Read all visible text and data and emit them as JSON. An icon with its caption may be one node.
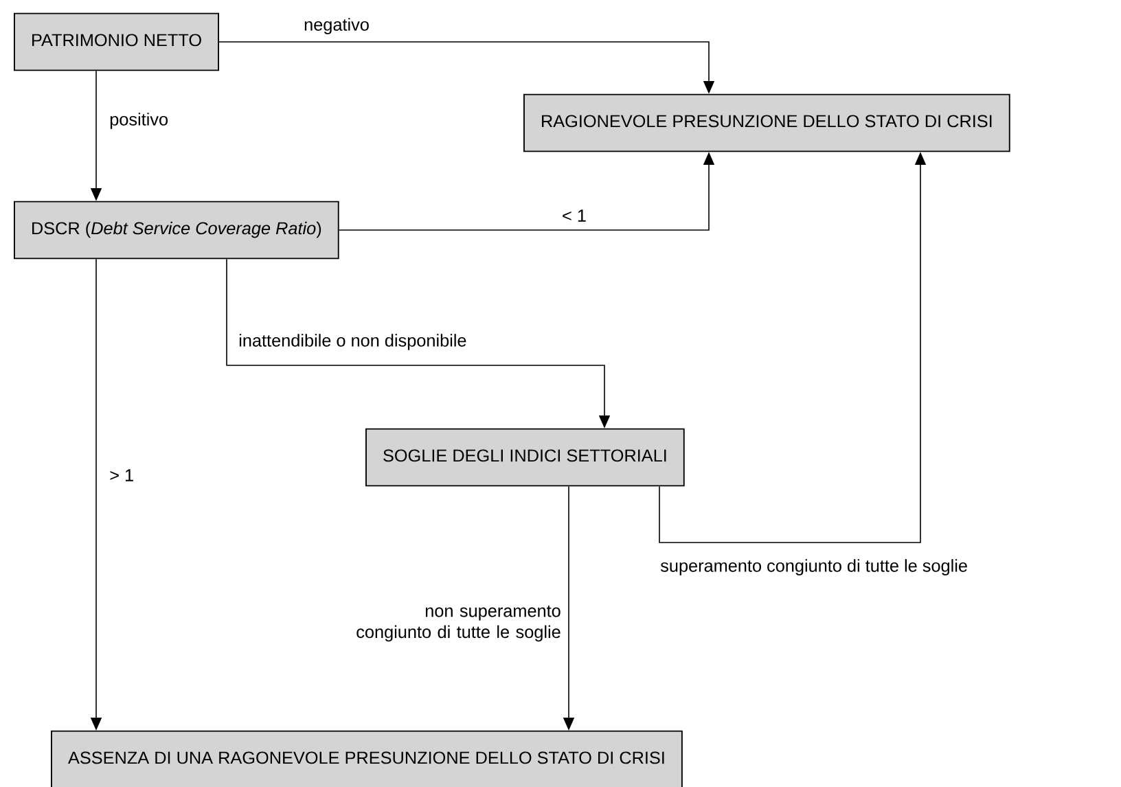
{
  "diagram": {
    "nodes": [
      {
        "text": [
          "PATRIMONIO NETTO"
        ]
      },
      {
        "text": [
          "RAGIONEVOLE PRESUNZIONE DELLO STATO DI CRISI"
        ]
      },
      {
        "text": [
          "DSCR (*Debt Service Coverage Ratio*)"
        ]
      },
      {
        "text": [
          "SOGLIE DEGLI INDICI SETTORIALI"
        ]
      },
      {
        "text": [
          "ASSENZA DI UNA RAGONEVOLE PRESUNZIONE DELLO STATO DI CRISI"
        ]
      }
    ],
    "edges": [
      {
        "from": 0,
        "to": 1,
        "arrow": "to",
        "label": "negativo"
      },
      {
        "from": 0,
        "to": 2,
        "arrow": "to",
        "label": "positivo"
      },
      {
        "from": 2,
        "to": 1,
        "arrow": "to",
        "label": "< 1"
      },
      {
        "from": 2,
        "to": 3,
        "arrow": "to",
        "label": "inattendibile o non disponibile"
      },
      {
        "from": 2,
        "to": 4,
        "arrow": "to",
        "label": "> 1"
      },
      {
        "from": 3,
        "to": 1,
        "arrow": "to",
        "label": "superamento congiunto di tutte le soglie"
      },
      {
        "from": 3,
        "to": 4,
        "arrow": "to",
        "label": "non superamento congiunto di tutte le soglie"
      }
    ]
  }
}
